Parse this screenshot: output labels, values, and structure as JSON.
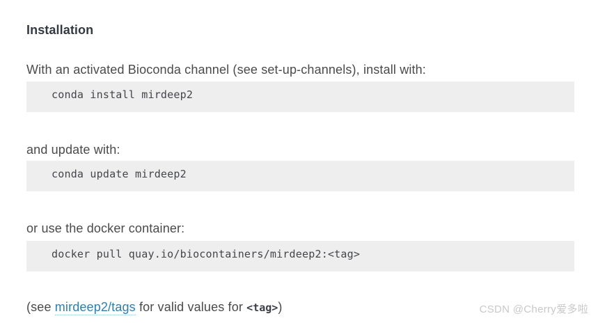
{
  "document": {
    "heading": "Installation",
    "paragraphs": {
      "intro_before_link": "With an activated Bioconda channel (see set-up-channels), install with:",
      "update_line": "and update with:",
      "docker_line": "or use the docker container:"
    },
    "code_blocks": [
      {
        "id": "conda-install",
        "text": "conda install mirdeep2"
      },
      {
        "id": "conda-update",
        "text": "conda update mirdeep2"
      },
      {
        "id": "docker-pull",
        "text": "docker pull quay.io/biocontainers/mirdeep2:<tag>"
      }
    ],
    "tag_note": {
      "prefix": "(see ",
      "link_text": "mirdeep2/tags",
      "middle": " for valid values for ",
      "code": "<tag>",
      "suffix": ")"
    }
  },
  "watermark": {
    "text": "CSDN @Cherry爱多啦"
  },
  "colors": {
    "page_background": "#ffffff",
    "heading": "#333a42",
    "body_text": "#4a4a4a",
    "code_background": "#eeeeee",
    "code_text": "#43454a",
    "link": "#2980b9",
    "watermark": "#c9c9c9"
  }
}
